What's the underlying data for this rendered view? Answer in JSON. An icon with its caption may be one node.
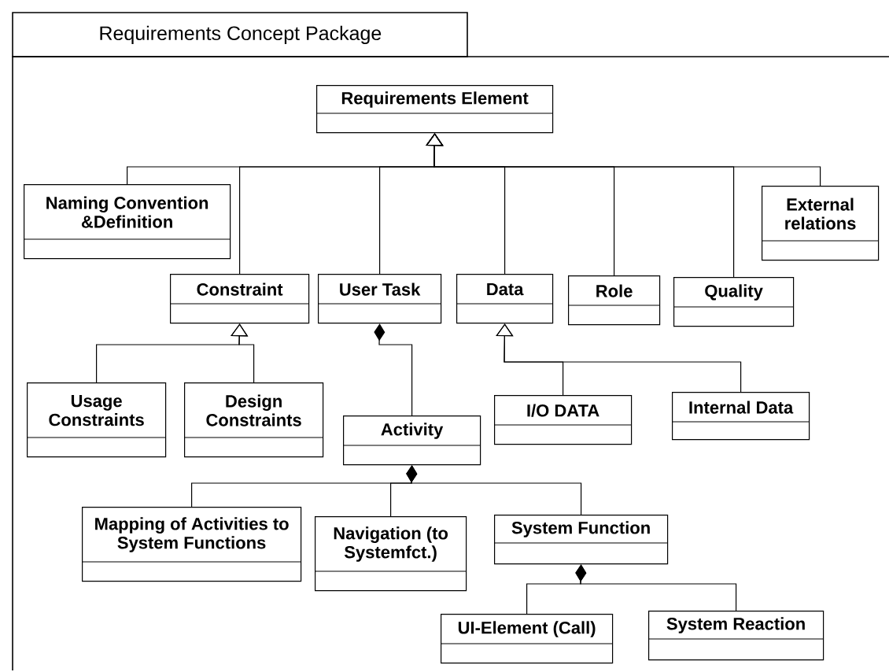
{
  "diagram": {
    "nodes": [
      {
        "text": [
          "Requirements Concept Package"
        ]
      },
      {
        "text": [
          "Requirements Element"
        ],
        "in": 0
      },
      {
        "text": [
          "Naming Convention &Definition"
        ],
        "in": 0
      },
      {
        "text": [
          "External relations"
        ],
        "in": 0
      },
      {
        "text": [
          "Constraint"
        ],
        "in": 0
      },
      {
        "text": [
          "User Task"
        ],
        "in": 0
      },
      {
        "text": [
          "Data"
        ],
        "in": 0
      },
      {
        "text": [
          "Role"
        ],
        "in": 0
      },
      {
        "text": [
          "Quality"
        ],
        "in": 0
      },
      {
        "text": [
          "Usage Constraints"
        ],
        "in": 0
      },
      {
        "text": [
          "Design Constraints"
        ],
        "in": 0
      },
      {
        "text": [
          "Activity"
        ],
        "in": 0
      },
      {
        "text": [
          "I/O DATA"
        ],
        "in": 0
      },
      {
        "text": [
          "Internal Data"
        ],
        "in": 0
      },
      {
        "text": [
          "Mapping of Activities to System Functions"
        ],
        "in": 0
      },
      {
        "text": [
          "Navigation (to Systemfct.)"
        ],
        "in": 0
      },
      {
        "text": [
          "System Function"
        ],
        "in": 0
      },
      {
        "text": [
          "UI-Element (Call)"
        ],
        "in": 0
      },
      {
        "text": [
          "System Reaction"
        ],
        "in": 0
      }
    ],
    "edges": [
      {
        "from": 2,
        "to": 1,
        "arrow": "to"
      },
      {
        "from": 4,
        "to": 1,
        "arrow": "to"
      },
      {
        "from": 5,
        "to": 1,
        "arrow": "to"
      },
      {
        "from": 6,
        "to": 1,
        "arrow": "to"
      },
      {
        "from": 7,
        "to": 1,
        "arrow": "to"
      },
      {
        "from": 8,
        "to": 1,
        "arrow": "to"
      },
      {
        "from": 3,
        "to": 1,
        "arrow": "to"
      },
      {
        "from": 9,
        "to": 4,
        "arrow": "to"
      },
      {
        "from": 10,
        "to": 4,
        "arrow": "to"
      },
      {
        "from": 12,
        "to": 6,
        "arrow": "to"
      },
      {
        "from": 13,
        "to": 6,
        "arrow": "to"
      },
      {
        "from": 5,
        "to": 11,
        "arrow": "other"
      },
      {
        "from": 11,
        "to": 14,
        "arrow": "other"
      },
      {
        "from": 11,
        "to": 15,
        "arrow": "other"
      },
      {
        "from": 11,
        "to": 16,
        "arrow": "other"
      },
      {
        "from": 16,
        "to": 17,
        "arrow": "other"
      },
      {
        "from": 16,
        "to": 18,
        "arrow": "other"
      }
    ]
  }
}
